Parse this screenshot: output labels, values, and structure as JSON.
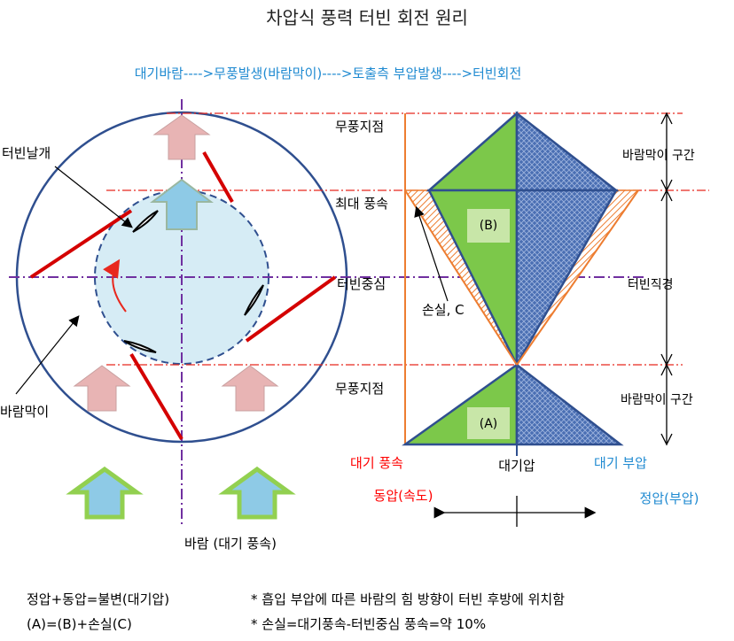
{
  "title": "차압식 풍력 터빈 회전 원리",
  "flow": "대기바람---->무풍발생(바람막이)---->토출측 부압발생---->터빈회전",
  "left": {
    "blade_label": "터빈날개",
    "windbreak_label": "바람막이",
    "wind_label": "바람 (대기 풍속)"
  },
  "right": {
    "calm_top": "무풍지점",
    "max_speed": "최대 풍속",
    "center": "터빈중심",
    "loss": "손실, C",
    "calm_bottom": "무풍지점",
    "label_b": "(B)",
    "label_a": "(A)",
    "windbreak_zone_top": "바람막이  구간",
    "diameter": "터빈직경",
    "windbreak_zone_bottom": "바람막이  구간",
    "atm_speed": "대기 풍속",
    "atm_pressure": "대기압",
    "atm_negative": "대기 부압",
    "dynamic": "동압(속도)",
    "static": "정압(부압)"
  },
  "notes": {
    "eq1": "정압+동압=불변(대기압)",
    "eq2": "(A)=(B)+손실(C)",
    "note1": "* 흡입 부압에 따른 바람의 힘 방향이 터빈 후방에 위치함",
    "note2": "* 손실=대기풍속-터빈중심 풍속=약 10%"
  },
  "colors": {
    "blue_text": "#1f8ad1",
    "red_text": "#ff0000",
    "circle": "#2f4f8f",
    "arrow_pink": "#e8b4b4",
    "arrow_blue": "#8ecae6",
    "arrow_green": "#92d050",
    "green_fill": "#7cc84a",
    "dashed_red": "#e8281e",
    "purple": "#7030a0",
    "orange": "#ed7d31"
  }
}
